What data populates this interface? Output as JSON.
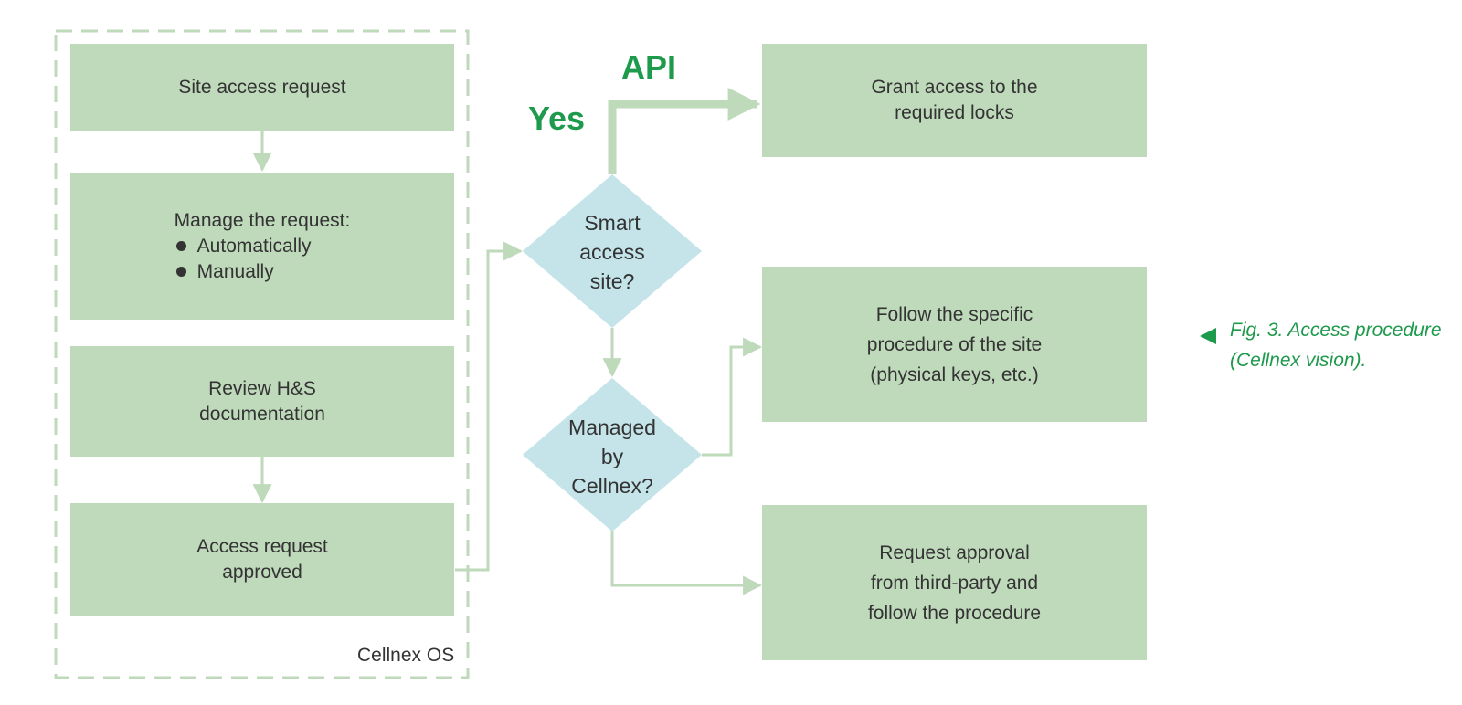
{
  "colors": {
    "box_fill": "#bfdabb",
    "decision_fill": "#c4e4ea",
    "connector": "#bfdabb",
    "accent_green": "#1d9a4b",
    "text": "#333333"
  },
  "container": {
    "label": "Cellnex OS"
  },
  "boxes": {
    "site_access_request": {
      "lines": [
        "Site access request"
      ]
    },
    "manage_request": {
      "title": "Manage the request:",
      "bullets": [
        "Automatically",
        "Manually"
      ]
    },
    "review_hs": {
      "lines": [
        "Review H&S",
        "documentation"
      ]
    },
    "access_approved": {
      "lines": [
        "Access request",
        "approved"
      ]
    },
    "grant_access": {
      "lines": [
        "Grant access to the",
        "required locks"
      ]
    },
    "follow_procedure": {
      "lines": [
        "Follow the specific",
        "procedure of the site",
        "(physical keys, etc.)"
      ]
    },
    "request_approval": {
      "lines": [
        "Request approval",
        "from third-party and",
        "follow the procedure"
      ]
    }
  },
  "decisions": {
    "smart_access": {
      "lines": [
        "Smart",
        "access",
        "site?"
      ]
    },
    "managed_by": {
      "lines": [
        "Managed",
        "by",
        "Cellnex?"
      ]
    }
  },
  "edge_labels": {
    "yes": "Yes",
    "api": "API"
  },
  "caption": {
    "icon": "left-triangle-icon",
    "lines": [
      "Fig. 3. Access procedure",
      "(Cellnex vision)."
    ]
  }
}
